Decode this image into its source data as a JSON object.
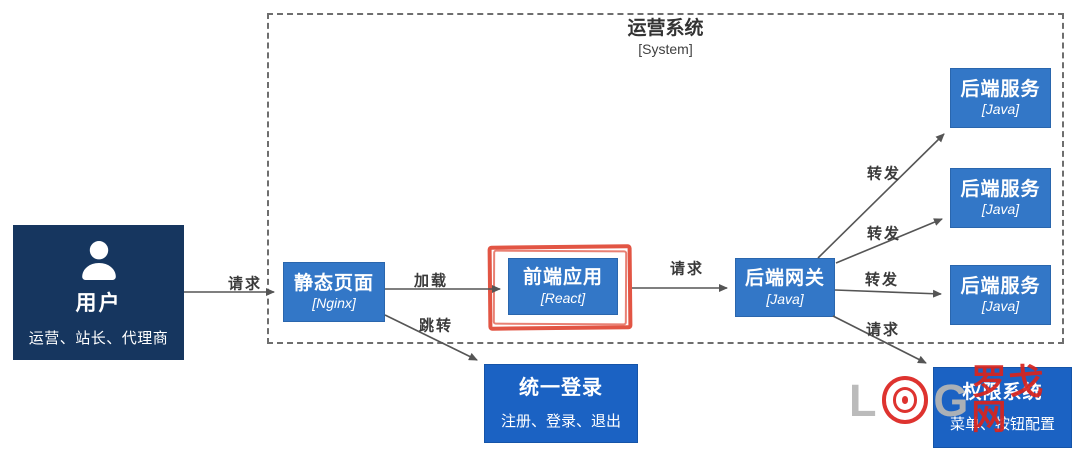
{
  "system_boundary": {
    "title": "运营系统",
    "subtitle": "[System]"
  },
  "nodes": {
    "user": {
      "title": "用户",
      "subtitle": "运营、站长、代理商"
    },
    "static_page": {
      "title": "静态页面",
      "tech": "[Nginx]"
    },
    "frontend": {
      "title": "前端应用",
      "tech": "[React]"
    },
    "gateway": {
      "title": "后端网关",
      "tech": "[Java]"
    },
    "service1": {
      "title": "后端服务",
      "tech": "[Java]"
    },
    "service2": {
      "title": "后端服务",
      "tech": "[Java]"
    },
    "service3": {
      "title": "后端服务",
      "tech": "[Java]"
    },
    "sso": {
      "title": "统一登录",
      "subtitle": "注册、登录、退出"
    },
    "permission": {
      "title": "权限系统",
      "subtitle": "菜单、按钮配置"
    }
  },
  "edges": [
    {
      "from": "user",
      "to": "static_page",
      "label": "请求"
    },
    {
      "from": "static_page",
      "to": "frontend",
      "label": "加载"
    },
    {
      "from": "static_page",
      "to": "sso",
      "label": "跳转"
    },
    {
      "from": "frontend",
      "to": "gateway",
      "label": "请求"
    },
    {
      "from": "gateway",
      "to": "service1",
      "label": "转发"
    },
    {
      "from": "gateway",
      "to": "service2",
      "label": "转发"
    },
    {
      "from": "gateway",
      "to": "service3",
      "label": "转发"
    },
    {
      "from": "gateway",
      "to": "permission",
      "label": "请求"
    }
  ],
  "watermark": {
    "letter_l": "L",
    "letter_g": "G",
    "site_name": "罗戈网"
  },
  "colors": {
    "node_blue": "#3377c7",
    "node_deep_blue": "#1b62c3",
    "user_navy": "#16365f",
    "highlight_red": "#e25544",
    "arrow_gray": "#555555",
    "boundary_gray": "#6e6e6e",
    "logo_gray": "#b6b6b6",
    "logo_red": "#dc2420"
  }
}
